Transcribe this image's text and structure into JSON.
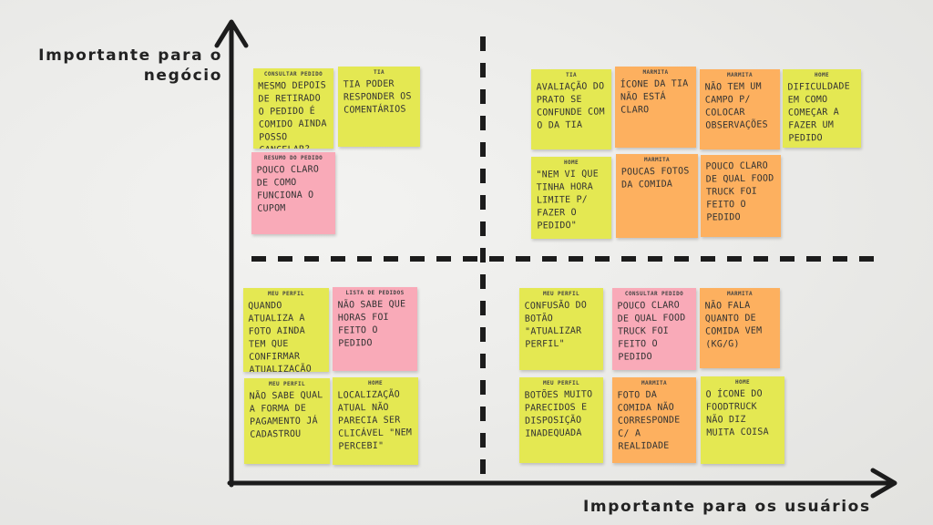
{
  "axes": {
    "y_label": "Importante para o negócio",
    "x_label": "Importante para os usuários"
  },
  "colors": {
    "yellow": "#e4e852",
    "pink": "#f9aab8",
    "orange": "#fdb05f",
    "ink": "#1c1c1c"
  },
  "notes": {
    "q1": [
      {
        "tag": "Consultar Pedido",
        "text": "Mesmo depois de retirado o pedido é comido ainda posso cancelar? PQ?",
        "color": "yellow"
      },
      {
        "tag": "Tia",
        "text": "Tia poder responder os comentários",
        "color": "yellow"
      },
      {
        "tag": "Resumo do pedido",
        "text": "Pouco claro de como funciona o cupom",
        "color": "pink"
      }
    ],
    "q2": [
      {
        "tag": "Tia",
        "text": "Avaliação do prato se confunde com o da tia",
        "color": "yellow"
      },
      {
        "tag": "Marmita",
        "text": "Ícone da tia não está claro",
        "color": "orange"
      },
      {
        "tag": "Marmita",
        "text": "Não tem um campo p/ colocar observações",
        "color": "orange"
      },
      {
        "tag": "Home",
        "text": "Dificuldade em como começar a fazer um pedido",
        "color": "yellow"
      },
      {
        "tag": "Home",
        "text": "\"Nem vi que tinha hora limite p/ fazer o pedido\"",
        "color": "yellow"
      },
      {
        "tag": "Marmita",
        "text": "Poucas fotos da comida",
        "color": "orange"
      },
      {
        "tag": "",
        "text": "Pouco claro de qual food truck foi feito o pedido",
        "color": "orange"
      }
    ],
    "q3": [
      {
        "tag": "Meu perfil",
        "text": "Quando atualiza a foto ainda tem que confirmar atualização do perfil",
        "color": "yellow"
      },
      {
        "tag": "Lista de pedidos",
        "text": "Não sabe que horas foi feito o pedido",
        "color": "pink"
      },
      {
        "tag": "Meu perfil",
        "text": "Não sabe qual a forma de pagamento já cadastrou",
        "color": "yellow"
      },
      {
        "tag": "Home",
        "text": "Localização atual não parecia ser clicável \"Nem percebi\"",
        "color": "yellow"
      }
    ],
    "q4": [
      {
        "tag": "Meu perfil",
        "text": "Confusão do botão \"atualizar perfil\"",
        "color": "yellow"
      },
      {
        "tag": "Consultar pedido",
        "text": "Pouco claro de qual food truck foi feito o pedido",
        "color": "pink"
      },
      {
        "tag": "Marmita",
        "text": "Não fala quanto de comida vem (kg/g)",
        "color": "orange"
      },
      {
        "tag": "Meu perfil",
        "text": "Botões muito parecidos e disposição inadequada",
        "color": "yellow"
      },
      {
        "tag": "Marmita",
        "text": "Foto da comida não corresponde c/ a realidade",
        "color": "orange"
      },
      {
        "tag": "Home",
        "text": "O ícone do foodtruck não diz muita coisa",
        "color": "yellow"
      }
    ]
  }
}
